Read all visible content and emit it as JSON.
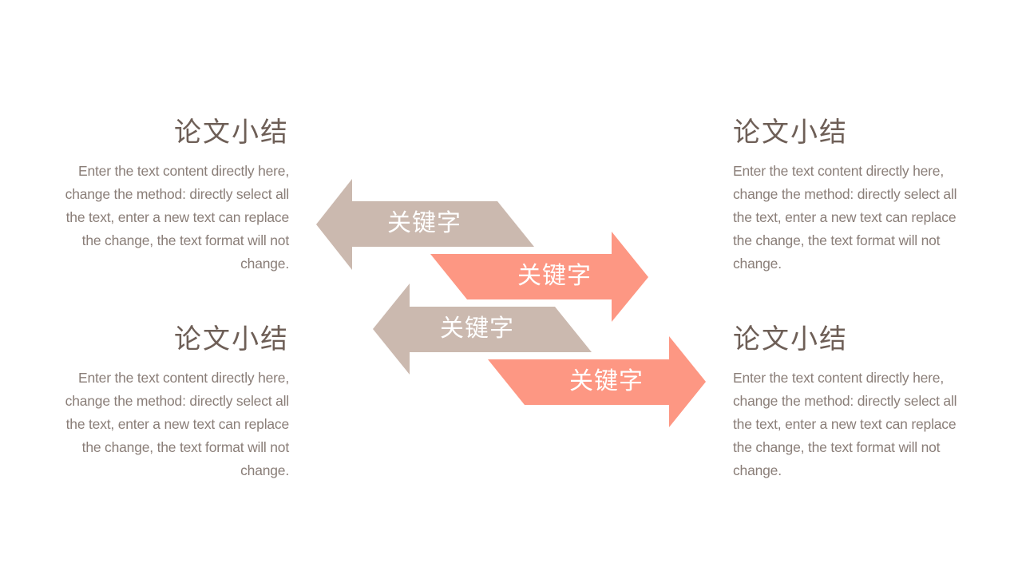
{
  "slide": {
    "background": "#ffffff",
    "colors": {
      "title": "#6e5f57",
      "body": "#8a7e78",
      "arrow_beige": "#cbb9af",
      "arrow_coral": "#fd9783",
      "arrow_text": "#ffffff"
    }
  },
  "blocks": [
    {
      "position": "top-left",
      "title": "论文小结",
      "body": "Enter the text content directly here, change the method: directly select all the text, enter a new text can replace the change, the text format will not change."
    },
    {
      "position": "bottom-left",
      "title": "论文小结",
      "body": "Enter the text content directly here, change the method: directly select all the text, enter a new text can replace the change, the text format will not change."
    },
    {
      "position": "top-right",
      "title": "论文小结",
      "body": "Enter the text content directly here, change the method: directly select all the text, enter a new text can replace the change, the text format will not change."
    },
    {
      "position": "bottom-right",
      "title": "论文小结",
      "body": "Enter the text content directly here, change the method: directly select all the text, enter a new text can replace the change, the text format will not change."
    }
  ],
  "arrows": [
    {
      "direction": "left",
      "color": "beige",
      "label": "关键字"
    },
    {
      "direction": "right",
      "color": "coral",
      "label": "关键字"
    },
    {
      "direction": "left",
      "color": "beige",
      "label": "关键字"
    },
    {
      "direction": "right",
      "color": "coral",
      "label": "关键字"
    }
  ]
}
